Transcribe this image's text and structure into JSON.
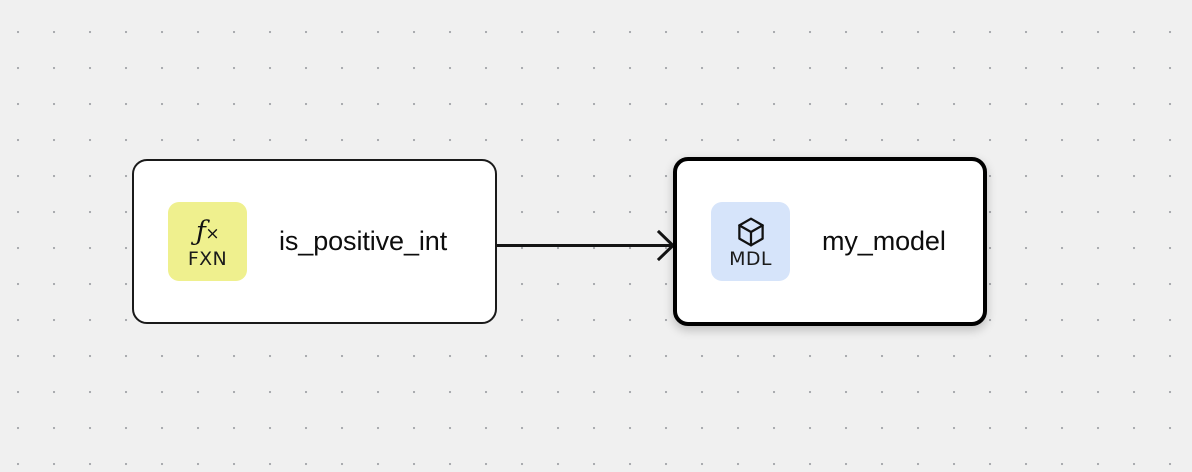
{
  "canvas": {
    "background_color": "#f0f0f0",
    "dot_color": "#aaacb0",
    "grid_spacing": "36"
  },
  "nodes": [
    {
      "id": "is_positive_int",
      "label": "is_positive_int",
      "badge": {
        "kind": "FXN",
        "glyph_f": "ƒ",
        "glyph_x": "×",
        "icon_name": "function-icon",
        "background_color": "#eff08e"
      },
      "selected": false,
      "border_color": "#1a1a1a",
      "fill_color": "#ffffff"
    },
    {
      "id": "my_model",
      "label": "my_model",
      "badge": {
        "kind": "MDL",
        "icon_name": "cube-icon",
        "background_color": "#d6e4fa"
      },
      "selected": true,
      "border_color": "#000000",
      "fill_color": "#ffffff"
    }
  ],
  "edges": [
    {
      "id": "edge-is-positive-int-to-my-model",
      "source": "is_positive_int",
      "target": "my_model",
      "color": "#141414",
      "arrowhead": "chevron"
    }
  ]
}
